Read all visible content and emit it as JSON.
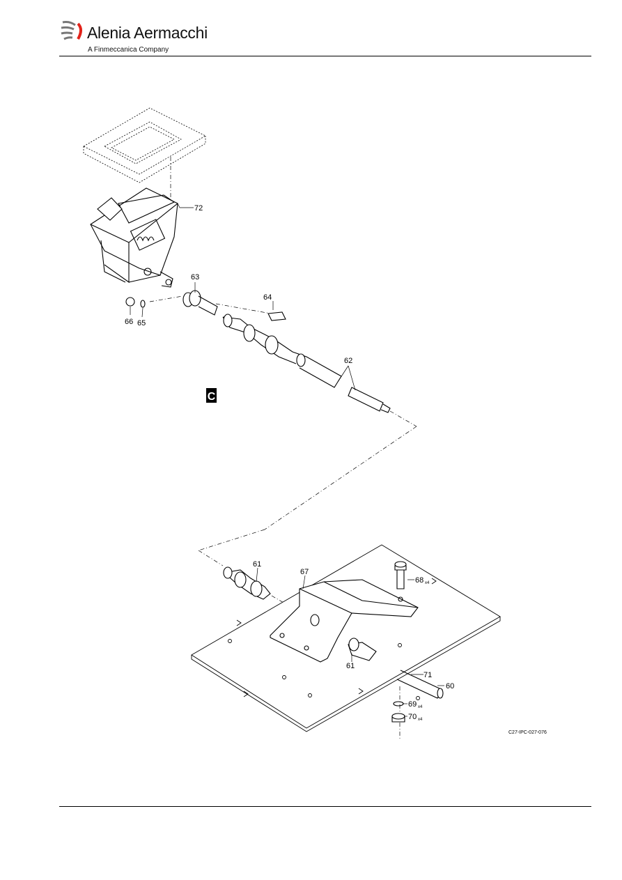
{
  "header": {
    "brand": "Alenia Aermacchi",
    "tagline": "A Finmeccanica Company",
    "logo_icon": "swoosh-logo-icon",
    "logo_accent": "#e2231a"
  },
  "figure": {
    "view_marker": "C",
    "drawing_id": "C27-IPC-027-076",
    "callouts": {
      "c72": "72",
      "c63": "63",
      "c64": "64",
      "c66": "66",
      "c65": "65",
      "c62": "62",
      "c61a": "61",
      "c67": "67",
      "c68": "68",
      "c68q": "x4",
      "c61b": "61",
      "c71": "71",
      "c60": "60",
      "c69": "69",
      "c69q": "x4",
      "c70": "70",
      "c70q": "x4"
    }
  }
}
